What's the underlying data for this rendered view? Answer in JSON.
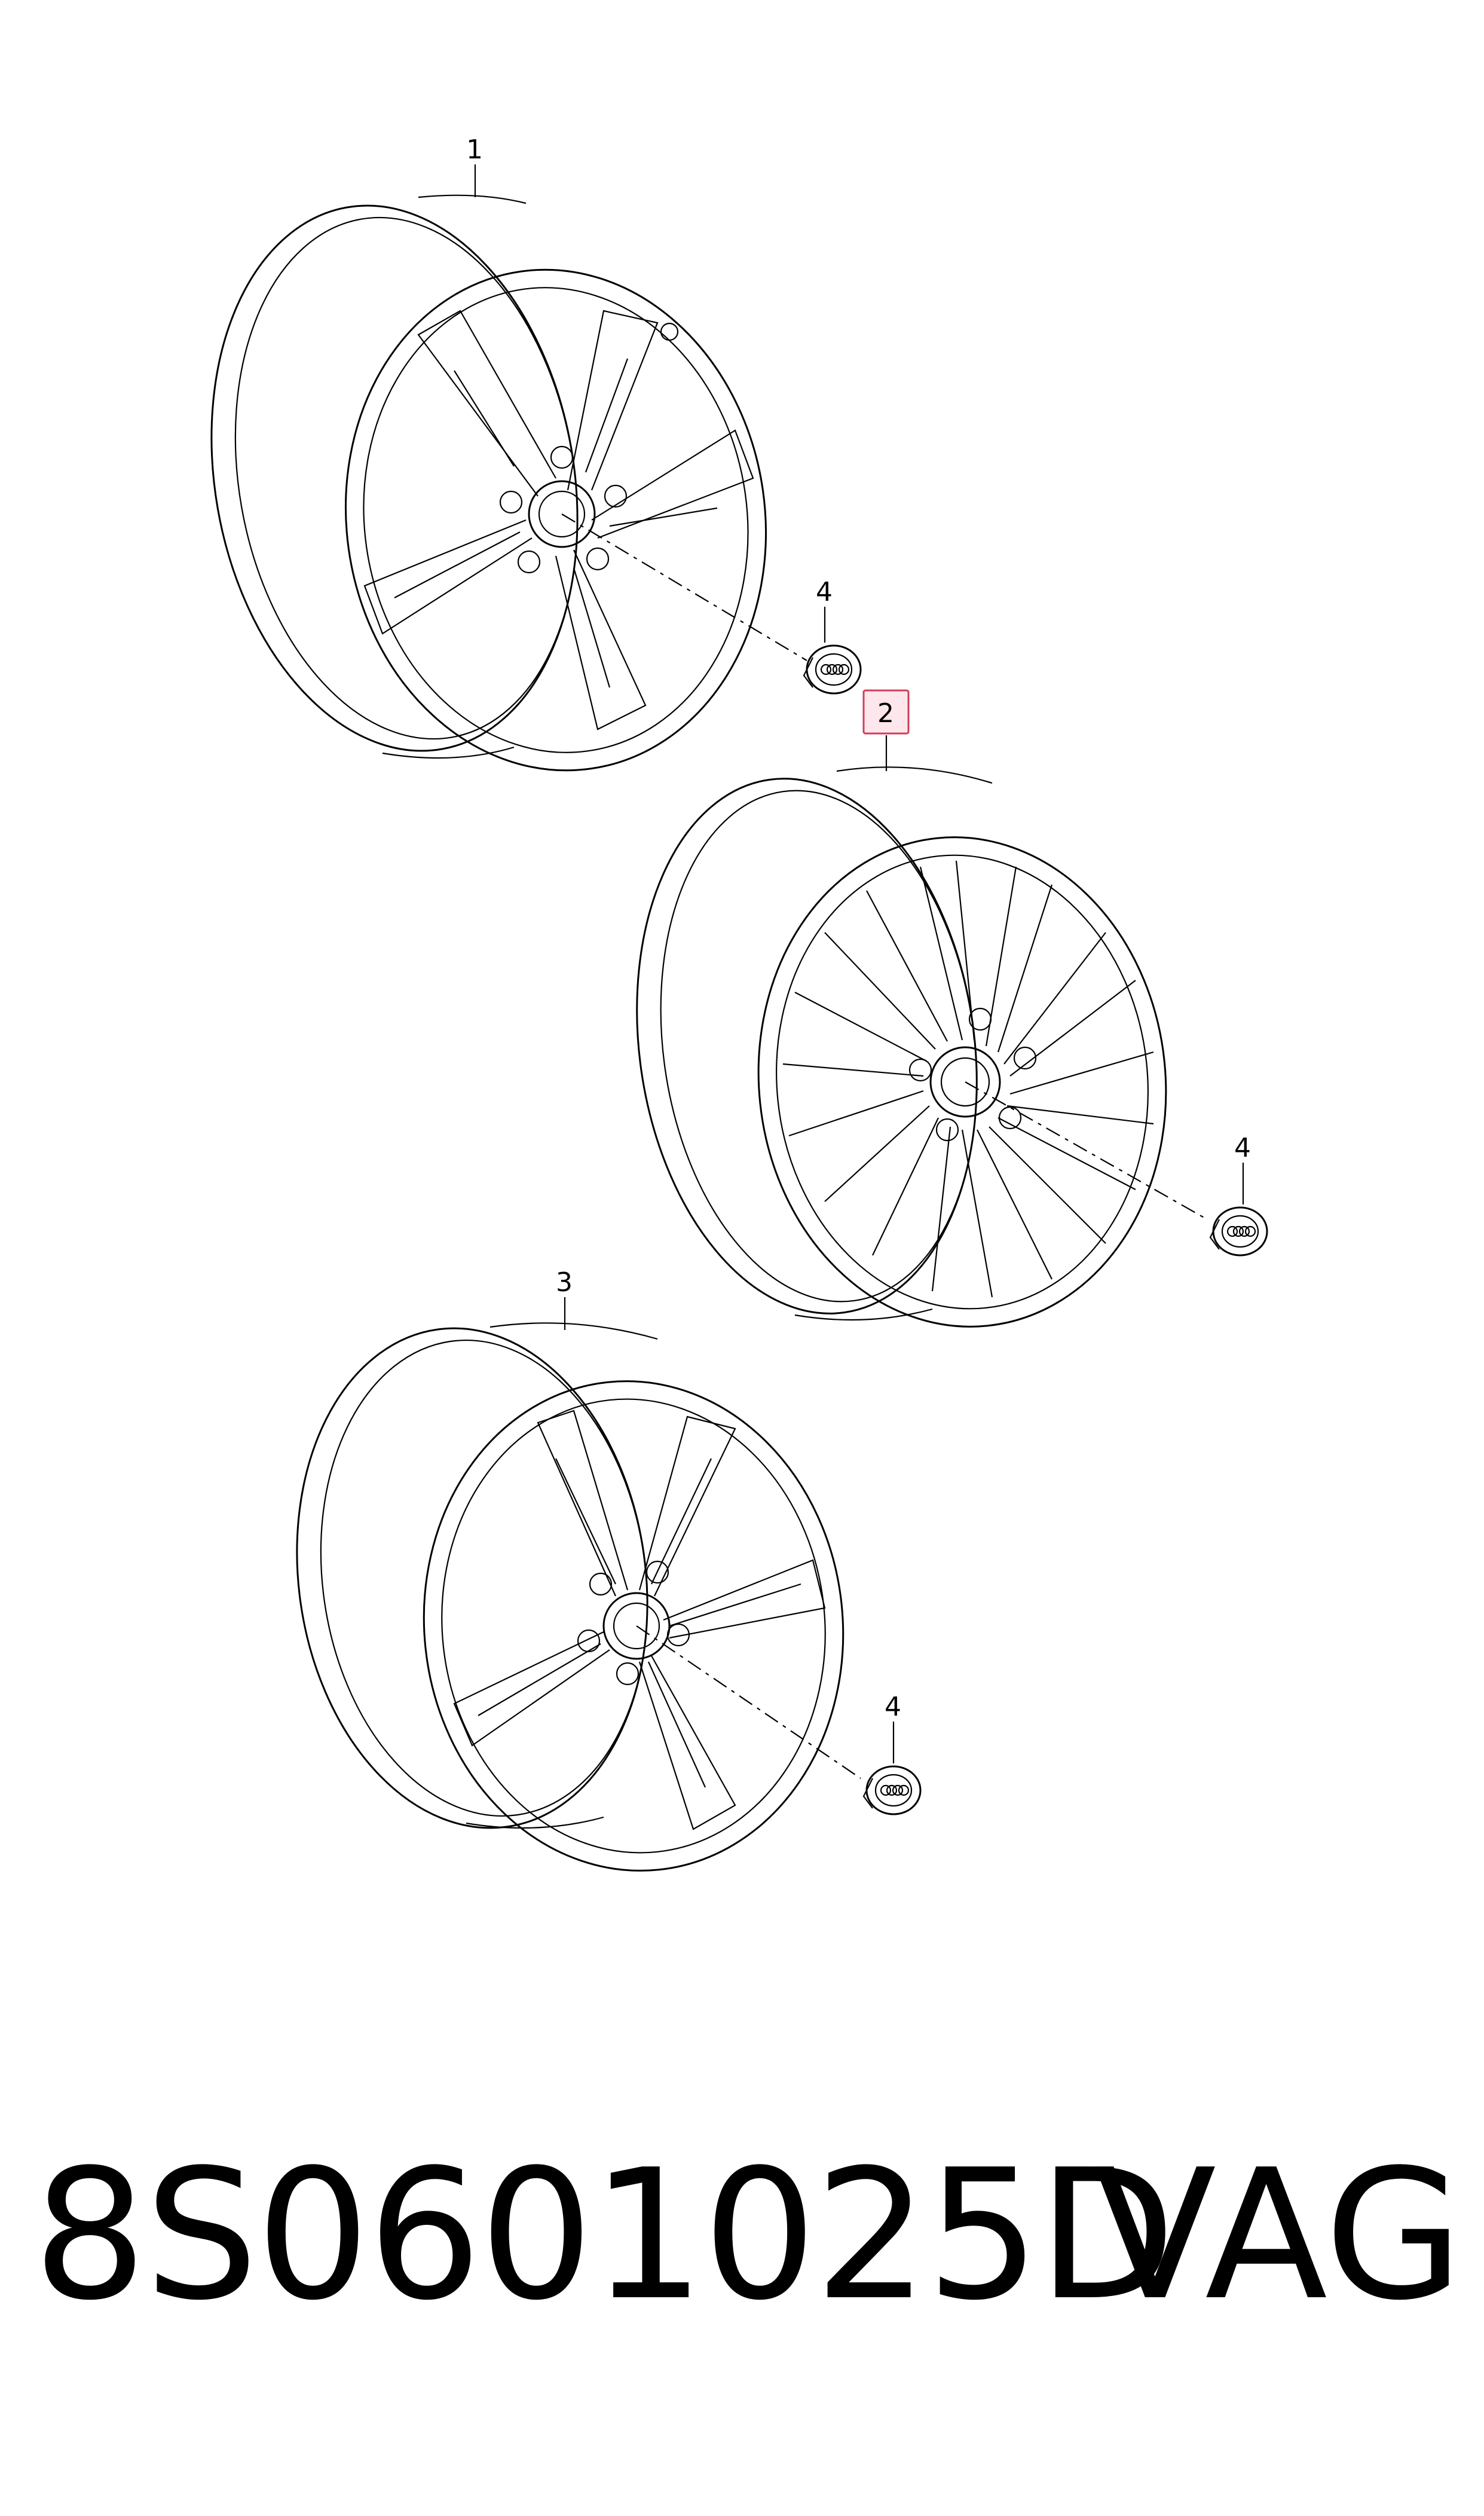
{
  "callouts": {
    "wheel_1": "1",
    "wheel_2": "2",
    "wheel_3": "3",
    "cap_a": "4",
    "cap_b": "4",
    "cap_c": "4"
  },
  "highlight_color": "#d23c5a",
  "icons": {
    "wheel": "alloy-wheel-icon",
    "cap": "center-cap-icon"
  },
  "footer": {
    "part_number": "8S0601025D",
    "brand": "VAG"
  }
}
